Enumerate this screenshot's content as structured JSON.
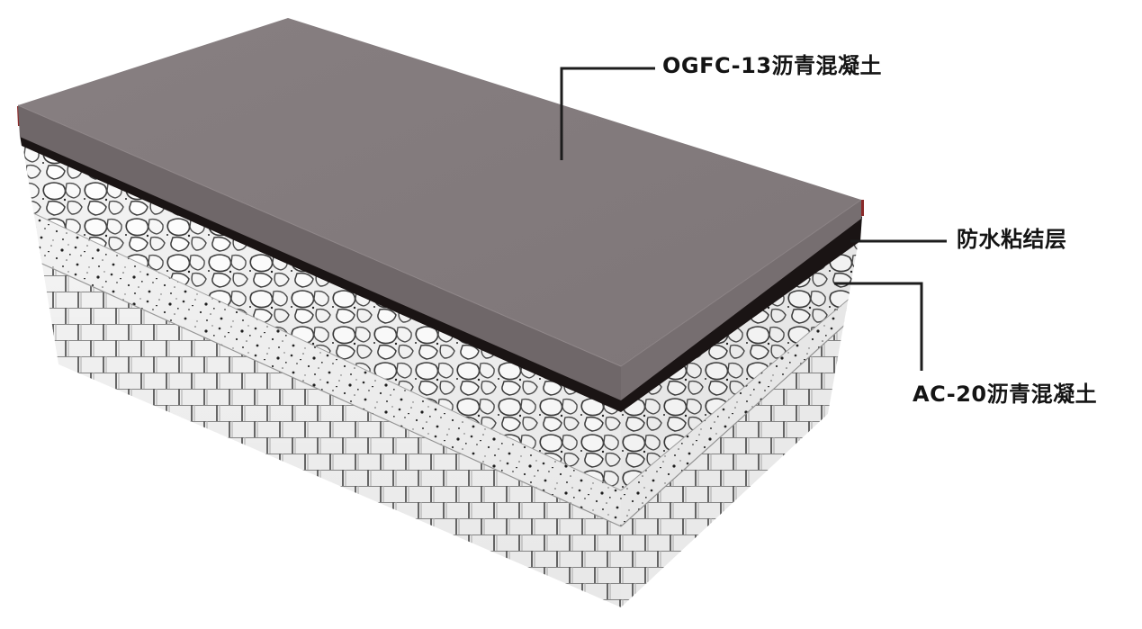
{
  "layers": [
    {
      "key": "ogfc",
      "label": "OGFC-13沥青混凝土"
    },
    {
      "key": "waterproof",
      "label": "防水粘结层"
    },
    {
      "key": "ac20",
      "label": "AC-20沥青混凝土"
    }
  ],
  "colors": {
    "surface_top": "#837b7d",
    "surface_front": "#6f6769",
    "surface_right": "#766e70",
    "membrane": "#1a1414",
    "membrane_edge": "#8b2a2a",
    "leader": "#1c1c1c",
    "label_text": "#141414"
  }
}
